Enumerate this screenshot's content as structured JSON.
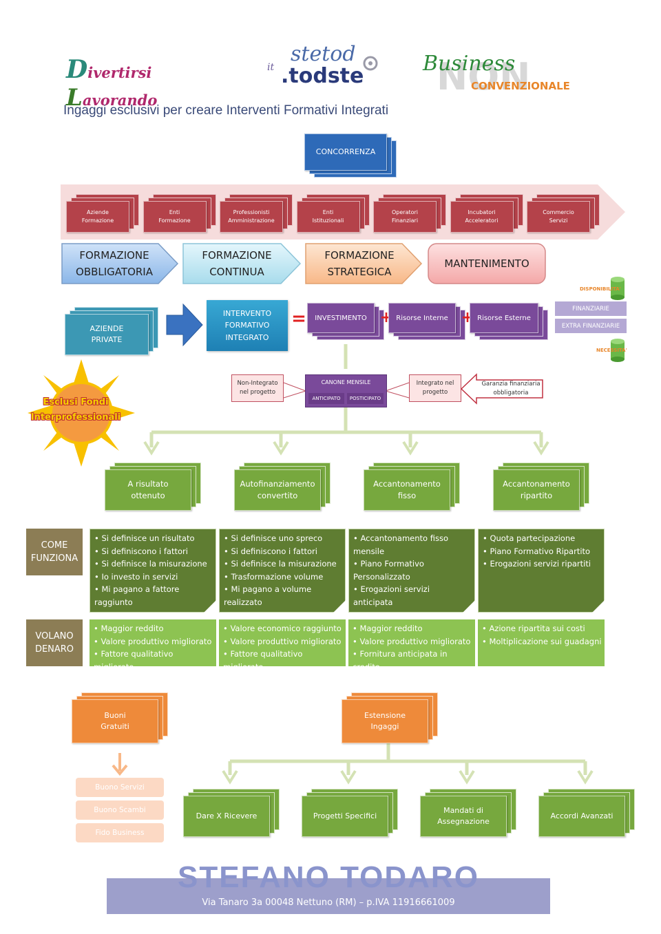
{
  "logos": {
    "logo1_a": "D",
    "logo1_b": "ivertirsi",
    "logo1_c": "L",
    "logo1_d": "avorando",
    "logo2_prefix": "it",
    "logo2_line1": "stetod",
    "logo2_line2": ".todste",
    "logo3_line1": "Business",
    "logo3_big": "NON",
    "logo3_line2": "CONVENZIONALE"
  },
  "title": "Ingaggi esclusivi per creare Interventi Formativi Integrati",
  "concorrenza": "CONCORRENZA",
  "competitors": [
    {
      "l1": "Aziende",
      "l2": "Formazione"
    },
    {
      "l1": "Enti",
      "l2": "Formazione"
    },
    {
      "l1": "Professionisti",
      "l2": "Amministrazione"
    },
    {
      "l1": "Enti",
      "l2": "Istituzionali"
    },
    {
      "l1": "Operatori",
      "l2": "Finanziari"
    },
    {
      "l1": "Incubatori",
      "l2": "Acceleratori"
    },
    {
      "l1": "Commercio",
      "l2": "Servizi"
    }
  ],
  "stages": [
    {
      "l1": "FORMAZIONE",
      "l2": "OBBLIGATORIA"
    },
    {
      "l1": "FORMAZIONE",
      "l2": "CONTINUA"
    },
    {
      "l1": "FORMAZIONE",
      "l2": "STRATEGICA"
    },
    {
      "l1": "MANTENIMENTO",
      "l2": ""
    }
  ],
  "aziende": {
    "l1": "AZIENDE",
    "l2": "PRIVATE"
  },
  "intervento": {
    "l1": "INTERVENTO",
    "l2": "FORMATIVO",
    "l3": "INTEGRATO"
  },
  "equals": "=",
  "investimento": "INVESTIMENTO",
  "plus": "+",
  "risorse_interne": "Risorse Interne",
  "risorse_esterne": "Risorse Esterne",
  "finanziarie": "FINANZIARIE",
  "extra_finanziarie": "EXTRA FINANZIARIE",
  "disponibilita": "DISPONIBILITA'",
  "necessita": "NECESSITA'",
  "non_integrato": {
    "l1": "Non-Integrato",
    "l2": "nel progetto"
  },
  "canone": {
    "title": "CANONE MENSILE",
    "a": "ANTICIPATO",
    "b": "POSTICIPATO"
  },
  "integrato": {
    "l1": "Integrato nel",
    "l2": "progetto"
  },
  "garanzia": {
    "l1": "Garanzia finanziaria",
    "l2": "obbligatoria"
  },
  "sun": {
    "l1": "Esclusi Fondi",
    "l2": "Interprofessionali"
  },
  "models": [
    {
      "l1": "A risultato",
      "l2": "ottenuto"
    },
    {
      "l1": "Autofinanziamento",
      "l2": "convertito"
    },
    {
      "l1": "Accantonamento",
      "l2": "fisso"
    },
    {
      "l1": "Accantonamento",
      "l2": "ripartito"
    }
  ],
  "come_funziona": {
    "l1": "COME",
    "l2": "FUNZIONA"
  },
  "volano": {
    "l1": "VOLANO",
    "l2": "DENARO"
  },
  "how": [
    [
      "Si definisce un risultato",
      "Si definiscono i fattori",
      "Si definisce la misurazione",
      "Io investo in servizi",
      "Mi pagano a fattore raggiunto"
    ],
    [
      "Si definisce uno spreco",
      "Si definiscono i fattori",
      "Si definisce la misurazione",
      "Trasformazione volume",
      "Mi pagano a volume realizzato"
    ],
    [
      "Accantonamento fisso mensile",
      "Piano Formativo Personalizzato",
      "Erogazioni servizi anticipata"
    ],
    [
      "Quota partecipazione",
      "Piano Formativo Ripartito",
      "Erogazioni servizi ripartiti"
    ]
  ],
  "money": [
    [
      "Maggior reddito",
      "Valore produttivo migliorato",
      "Fattore qualitativo migliorato"
    ],
    [
      "Valore economico raggiunto",
      "Valore produttivo migliorato",
      "Fattore qualitativo migliorato"
    ],
    [
      "Maggior reddito",
      "Valore produttivo migliorato",
      "Fornitura anticipata in credito"
    ],
    [
      "Azione ripartita sui costi",
      "Moltiplicazione sui guadagni"
    ]
  ],
  "buoni": {
    "l1": "Buoni",
    "l2": "Gratuiti"
  },
  "estensione": {
    "l1": "Estensione",
    "l2": "Ingaggi"
  },
  "peach_items": [
    "Buono Servizi",
    "Buono Scambi",
    "Fido Business"
  ],
  "ingaggi": [
    {
      "l1": "Dare X Ricevere",
      "l2": ""
    },
    {
      "l1": "Progetti Specifici",
      "l2": ""
    },
    {
      "l1": "Mandati di",
      "l2": "Assegnazione"
    },
    {
      "l1": "Accordi Avanzati",
      "l2": ""
    }
  ],
  "footer": {
    "name": "STEFANO TODARO",
    "address": "Via Tanaro 3a 00048 Nettuno (RM) – p.IVA 11916661009"
  }
}
